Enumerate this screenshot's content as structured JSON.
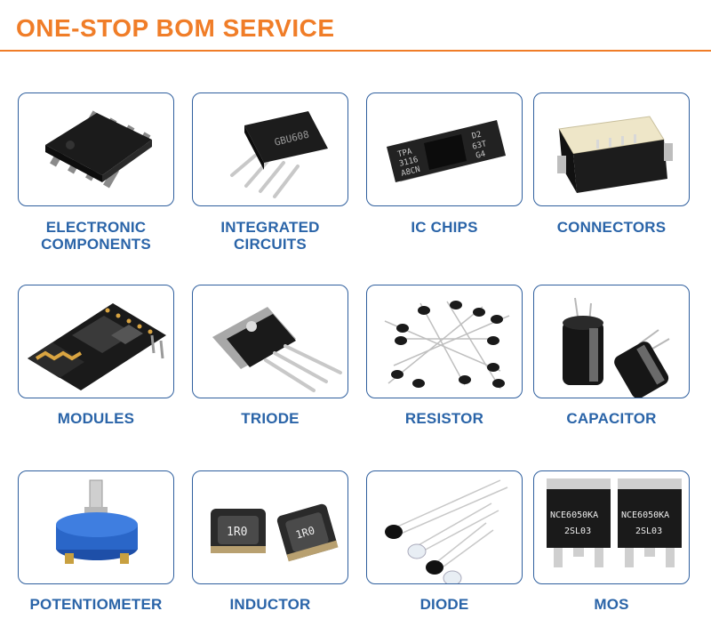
{
  "header": {
    "title": "ONE-STOP BOM SERVICE"
  },
  "colors": {
    "accent": "#f07d28",
    "label": "#2a64a8",
    "border": "#2f5f9e"
  },
  "items": [
    {
      "label": "ELECTRONIC\nCOMPONENTS",
      "icon": "soic-chip-icon"
    },
    {
      "label": "INTEGRATED\nCIRCUITS",
      "icon": "bridge-rectifier-icon"
    },
    {
      "label": "IC CHIPS",
      "icon": "tssop-chip-icon",
      "chip_text": [
        "TPA",
        "3116",
        "A8CN",
        "D2",
        "63T",
        "G4"
      ]
    },
    {
      "label": "CONNECTORS",
      "icon": "fpc-connector-icon"
    },
    {
      "label": "MODULES",
      "icon": "wifi-module-icon"
    },
    {
      "label": "TRIODE",
      "icon": "transistor-icon"
    },
    {
      "label": "RESISTOR",
      "icon": "resistor-icon"
    },
    {
      "label": "CAPACITOR",
      "icon": "capacitor-icon"
    },
    {
      "label": "POTENTIOMETER",
      "icon": "potentiometer-icon"
    },
    {
      "label": "INDUCTOR",
      "icon": "inductor-icon",
      "chip_text": [
        "1R0",
        "1R0"
      ]
    },
    {
      "label": "DIODE",
      "icon": "led-diode-icon"
    },
    {
      "label": "MOS",
      "icon": "mosfet-icon",
      "chip_text": [
        "NCE6050KA",
        "2SL03",
        "NCE6050KA",
        "2SL03"
      ]
    }
  ]
}
